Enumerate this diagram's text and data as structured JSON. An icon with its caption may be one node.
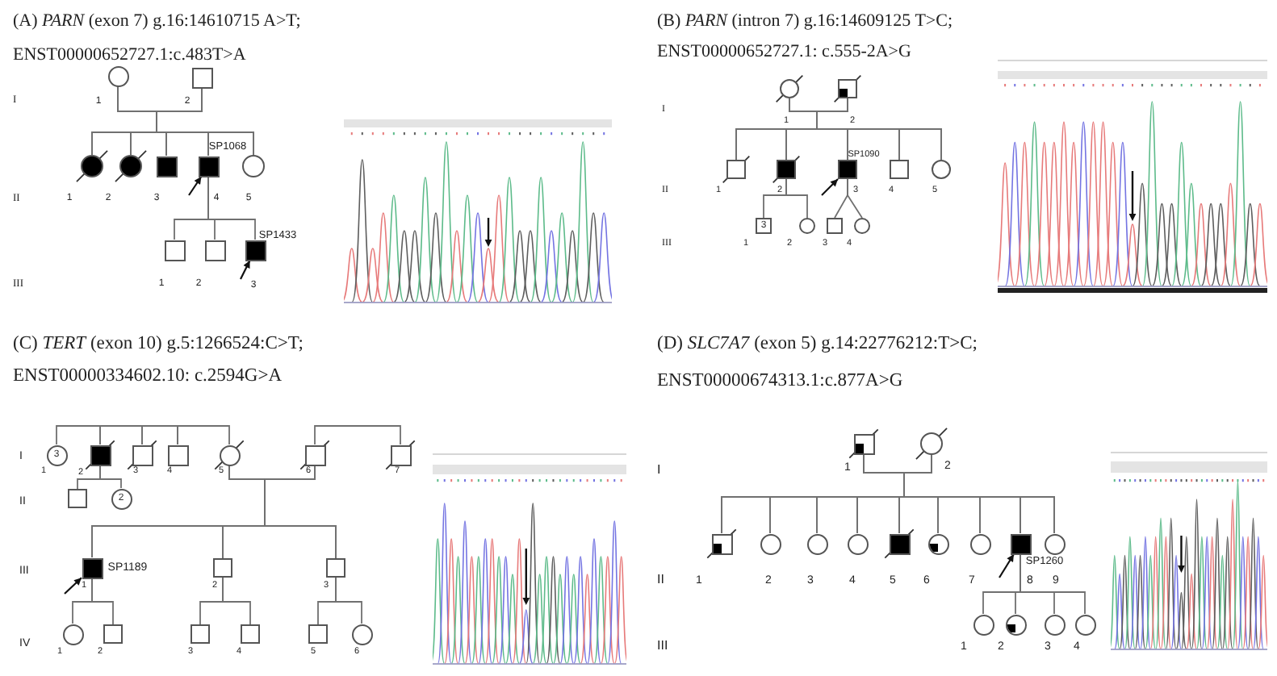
{
  "diagram": {
    "nodes": [
      {
        "text": [],
        "shape": "circle",
        "beside": [
          "1"
        ]
      },
      {
        "text": [],
        "shape": "box",
        "beside": [
          "2"
        ]
      },
      {
        "text": [],
        "shape": "circle",
        "beside": [
          "1"
        ]
      },
      {
        "text": [],
        "shape": "circle",
        "beside": [
          "2"
        ]
      },
      {
        "text": [],
        "shape": "box",
        "beside": [
          "3"
        ]
      },
      {
        "text": [],
        "shape": "box",
        "beside": [
          "SP1068",
          "4"
        ]
      },
      {
        "text": [],
        "shape": "circle",
        "beside": [
          "5"
        ]
      },
      {
        "text": [],
        "shape": "box",
        "beside": [
          "1"
        ]
      },
      {
        "text": [],
        "shape": "box",
        "beside": [
          "2"
        ]
      },
      {
        "text": [],
        "shape": "box",
        "beside": [
          "SP1433",
          "3"
        ]
      },
      {
        "text": [],
        "shape": "circle",
        "beside": [
          "1"
        ]
      },
      {
        "text": [],
        "shape": "box",
        "beside": [
          "2"
        ]
      },
      {
        "text": [],
        "shape": "box",
        "beside": [
          "1"
        ]
      },
      {
        "text": [],
        "shape": "box",
        "beside": [
          "2"
        ]
      },
      {
        "text": [],
        "shape": "box",
        "beside": [
          "SP1090",
          "3"
        ]
      },
      {
        "text": [],
        "shape": "box",
        "beside": [
          "4"
        ]
      },
      {
        "text": [],
        "shape": "circle",
        "beside": [
          "5"
        ]
      },
      {
        "text": [
          "3"
        ],
        "beside": [
          "1"
        ]
      },
      {
        "text": [],
        "shape": "circle",
        "beside": [
          "2"
        ]
      },
      {
        "text": [],
        "shape": "box",
        "beside": [
          "3"
        ]
      },
      {
        "text": [],
        "shape": "circle",
        "beside": [
          "4"
        ]
      },
      {
        "text": [
          "3"
        ],
        "beside": [
          "1"
        ]
      },
      {
        "text": [],
        "shape": "box",
        "beside": [
          "2"
        ]
      },
      {
        "text": [],
        "shape": "box",
        "beside": [
          "3"
        ]
      },
      {
        "text": [],
        "shape": "box",
        "beside": [
          "4"
        ]
      },
      {
        "text": [],
        "shape": "circle",
        "beside": [
          "5"
        ]
      },
      {
        "text": [],
        "shape": "box",
        "beside": [
          "6"
        ]
      },
      {
        "text": [],
        "shape": "box",
        "beside": [
          "7"
        ]
      },
      {
        "text": [],
        "shape": "box"
      },
      {
        "text": [
          "2"
        ]
      },
      {
        "text": [],
        "shape": "box",
        "beside": [
          "SP1189",
          "1"
        ]
      },
      {
        "text": [],
        "shape": "box",
        "beside": [
          "2"
        ]
      },
      {
        "text": [],
        "shape": "box",
        "beside": [
          "3"
        ]
      },
      {
        "text": [],
        "shape": "circle",
        "beside": [
          "1"
        ]
      },
      {
        "text": [],
        "shape": "box",
        "beside": [
          "2"
        ]
      },
      {
        "text": [],
        "shape": "box",
        "beside": [
          "3"
        ]
      },
      {
        "text": [],
        "shape": "box",
        "beside": [
          "4"
        ]
      },
      {
        "text": [],
        "shape": "box",
        "beside": [
          "5"
        ]
      },
      {
        "text": [],
        "shape": "circle",
        "beside": [
          "6"
        ]
      },
      {
        "text": [],
        "shape": "box",
        "beside": [
          "1"
        ]
      },
      {
        "text": [],
        "shape": "circle",
        "beside": [
          "2"
        ]
      },
      {
        "text": [],
        "shape": "box",
        "beside": [
          "1"
        ]
      },
      {
        "text": [],
        "shape": "circle",
        "beside": [
          "2"
        ]
      },
      {
        "text": [],
        "shape": "circle",
        "beside": [
          "3"
        ]
      },
      {
        "text": [],
        "shape": "circle",
        "beside": [
          "4"
        ]
      },
      {
        "text": [],
        "shape": "box",
        "beside": [
          "5"
        ]
      },
      {
        "text": [],
        "shape": "circle",
        "beside": [
          "6"
        ]
      },
      {
        "text": [],
        "shape": "circle",
        "beside": [
          "7"
        ]
      },
      {
        "text": [],
        "shape": "box",
        "beside": [
          "SP1260",
          "8"
        ]
      },
      {
        "text": [],
        "shape": "circle",
        "beside": [
          "9"
        ]
      },
      {
        "text": [],
        "shape": "circle",
        "beside": [
          "1"
        ]
      },
      {
        "text": [],
        "shape": "circle",
        "beside": [
          "2"
        ]
      },
      {
        "text": [],
        "shape": "circle",
        "beside": [
          "3"
        ]
      },
      {
        "text": [],
        "shape": "circle",
        "beside": [
          "4"
        ]
      }
    ],
    "edges": [
      {
        "from": 0,
        "to": 1,
        "arrow": "none"
      },
      {
        "from": 0,
        "to": 2,
        "arrow": "none"
      },
      {
        "from": 0,
        "to": 3,
        "arrow": "none"
      },
      {
        "from": 0,
        "to": 4,
        "arrow": "none"
      },
      {
        "from": 0,
        "to": 5,
        "arrow": "none"
      },
      {
        "from": 0,
        "to": 6,
        "arrow": "none"
      },
      {
        "from": 1,
        "to": 2,
        "arrow": "none"
      },
      {
        "from": 1,
        "to": 3,
        "arrow": "none"
      },
      {
        "from": 1,
        "to": 4,
        "arrow": "none"
      },
      {
        "from": 1,
        "to": 5,
        "arrow": "none"
      },
      {
        "from": 1,
        "to": 6,
        "arrow": "none"
      },
      {
        "from": 5,
        "to": 7,
        "arrow": "none"
      },
      {
        "from": 5,
        "to": 8,
        "arrow": "none"
      },
      {
        "from": 5,
        "to": 9,
        "arrow": "none"
      },
      {
        "from": null,
        "to": 5,
        "arrow": "to",
        "color": "#111111"
      },
      {
        "from": null,
        "to": 9,
        "arrow": "to",
        "color": "#111111"
      },
      {
        "from": 10,
        "to": 11,
        "arrow": "none"
      },
      {
        "from": 10,
        "to": 12,
        "arrow": "none"
      },
      {
        "from": 10,
        "to": 13,
        "arrow": "none"
      },
      {
        "from": 10,
        "to": 14,
        "arrow": "none"
      },
      {
        "from": 10,
        "to": 15,
        "arrow": "none"
      },
      {
        "from": 10,
        "to": 16,
        "arrow": "none"
      },
      {
        "from": 11,
        "to": 12,
        "arrow": "none"
      },
      {
        "from": 11,
        "to": 13,
        "arrow": "none"
      },
      {
        "from": 11,
        "to": 14,
        "arrow": "none"
      },
      {
        "from": 11,
        "to": 15,
        "arrow": "none"
      },
      {
        "from": 11,
        "to": 16,
        "arrow": "none"
      },
      {
        "from": 13,
        "to": 17,
        "arrow": "none"
      },
      {
        "from": 13,
        "to": 18,
        "arrow": "none"
      },
      {
        "from": 14,
        "to": 19,
        "arrow": "none"
      },
      {
        "from": 14,
        "to": 20,
        "arrow": "none"
      },
      {
        "from": null,
        "to": 14,
        "arrow": "to",
        "color": "#111111"
      },
      {
        "from": 21,
        "to": 22,
        "arrow": "none"
      },
      {
        "from": 22,
        "to": 23,
        "arrow": "none"
      },
      {
        "from": 23,
        "to": 24,
        "arrow": "none"
      },
      {
        "from": 24,
        "to": 25,
        "arrow": "none"
      },
      {
        "from": 26,
        "to": 27,
        "arrow": "none"
      },
      {
        "from": 25,
        "to": 26,
        "arrow": "none"
      },
      {
        "from": 25,
        "to": 30,
        "arrow": "none"
      },
      {
        "from": 25,
        "to": 31,
        "arrow": "none"
      },
      {
        "from": 25,
        "to": 32,
        "arrow": "none"
      },
      {
        "from": 26,
        "to": 30,
        "arrow": "none"
      },
      {
        "from": 26,
        "to": 31,
        "arrow": "none"
      },
      {
        "from": 26,
        "to": 32,
        "arrow": "none"
      },
      {
        "from": 22,
        "to": 28,
        "arrow": "none"
      },
      {
        "from": 22,
        "to": 29,
        "arrow": "none"
      },
      {
        "from": 30,
        "to": 33,
        "arrow": "none"
      },
      {
        "from": 30,
        "to": 34,
        "arrow": "none"
      },
      {
        "from": 31,
        "to": 35,
        "arrow": "none"
      },
      {
        "from": 31,
        "to": 36,
        "arrow": "none"
      },
      {
        "from": 32,
        "to": 37,
        "arrow": "none"
      },
      {
        "from": 32,
        "to": 38,
        "arrow": "none"
      },
      {
        "from": null,
        "to": 30,
        "arrow": "to",
        "color": "#111111"
      },
      {
        "from": 39,
        "to": 40,
        "arrow": "none"
      },
      {
        "from": 39,
        "to": 41,
        "arrow": "none"
      },
      {
        "from": 39,
        "to": 42,
        "arrow": "none"
      },
      {
        "from": 39,
        "to": 43,
        "arrow": "none"
      },
      {
        "from": 39,
        "to": 44,
        "arrow": "none"
      },
      {
        "from": 39,
        "to": 45,
        "arrow": "none"
      },
      {
        "from": 39,
        "to": 46,
        "arrow": "none"
      },
      {
        "from": 39,
        "to": 47,
        "arrow": "none"
      },
      {
        "from": 39,
        "to": 48,
        "arrow": "none"
      },
      {
        "from": 39,
        "to": 49,
        "arrow": "none"
      },
      {
        "from": 40,
        "to": 41,
        "arrow": "none"
      },
      {
        "from": 40,
        "to": 42,
        "arrow": "none"
      },
      {
        "from": 40,
        "to": 43,
        "arrow": "none"
      },
      {
        "from": 40,
        "to": 44,
        "arrow": "none"
      },
      {
        "from": 40,
        "to": 45,
        "arrow": "none"
      },
      {
        "from": 40,
        "to": 46,
        "arrow": "none"
      },
      {
        "from": 40,
        "to": 47,
        "arrow": "none"
      },
      {
        "from": 40,
        "to": 48,
        "arrow": "none"
      },
      {
        "from": 40,
        "to": 49,
        "arrow": "none"
      },
      {
        "from": 48,
        "to": 50,
        "arrow": "none"
      },
      {
        "from": 48,
        "to": 51,
        "arrow": "none"
      },
      {
        "from": 48,
        "to": 52,
        "arrow": "none"
      },
      {
        "from": 48,
        "to": 53,
        "arrow": "none"
      },
      {
        "from": null,
        "to": 48,
        "arrow": "to",
        "color": "#111111"
      }
    ],
    "labels": [
      "(A) *PARN* (exon 7) g.16:14610715 A>T;",
      "ENST00000652727.1:c.483T>A",
      "I",
      "II",
      "III",
      "(B) *PARN* (intron 7) g.16:14609125 T>C;",
      "ENST00000652727.1: c.555-2A>G",
      "I",
      "II",
      "III",
      "(C) *TERT* (exon 10) g.5:1266524:C>T;",
      "ENST00000334602.10: c.2594G>A",
      "I",
      "II",
      "III",
      "IV",
      "(D) *SLC7A7* (exon 5) g.14:22776212:T>C;",
      "ENST00000674313.1:c.877A>G",
      "I",
      "II",
      "III"
    ]
  }
}
